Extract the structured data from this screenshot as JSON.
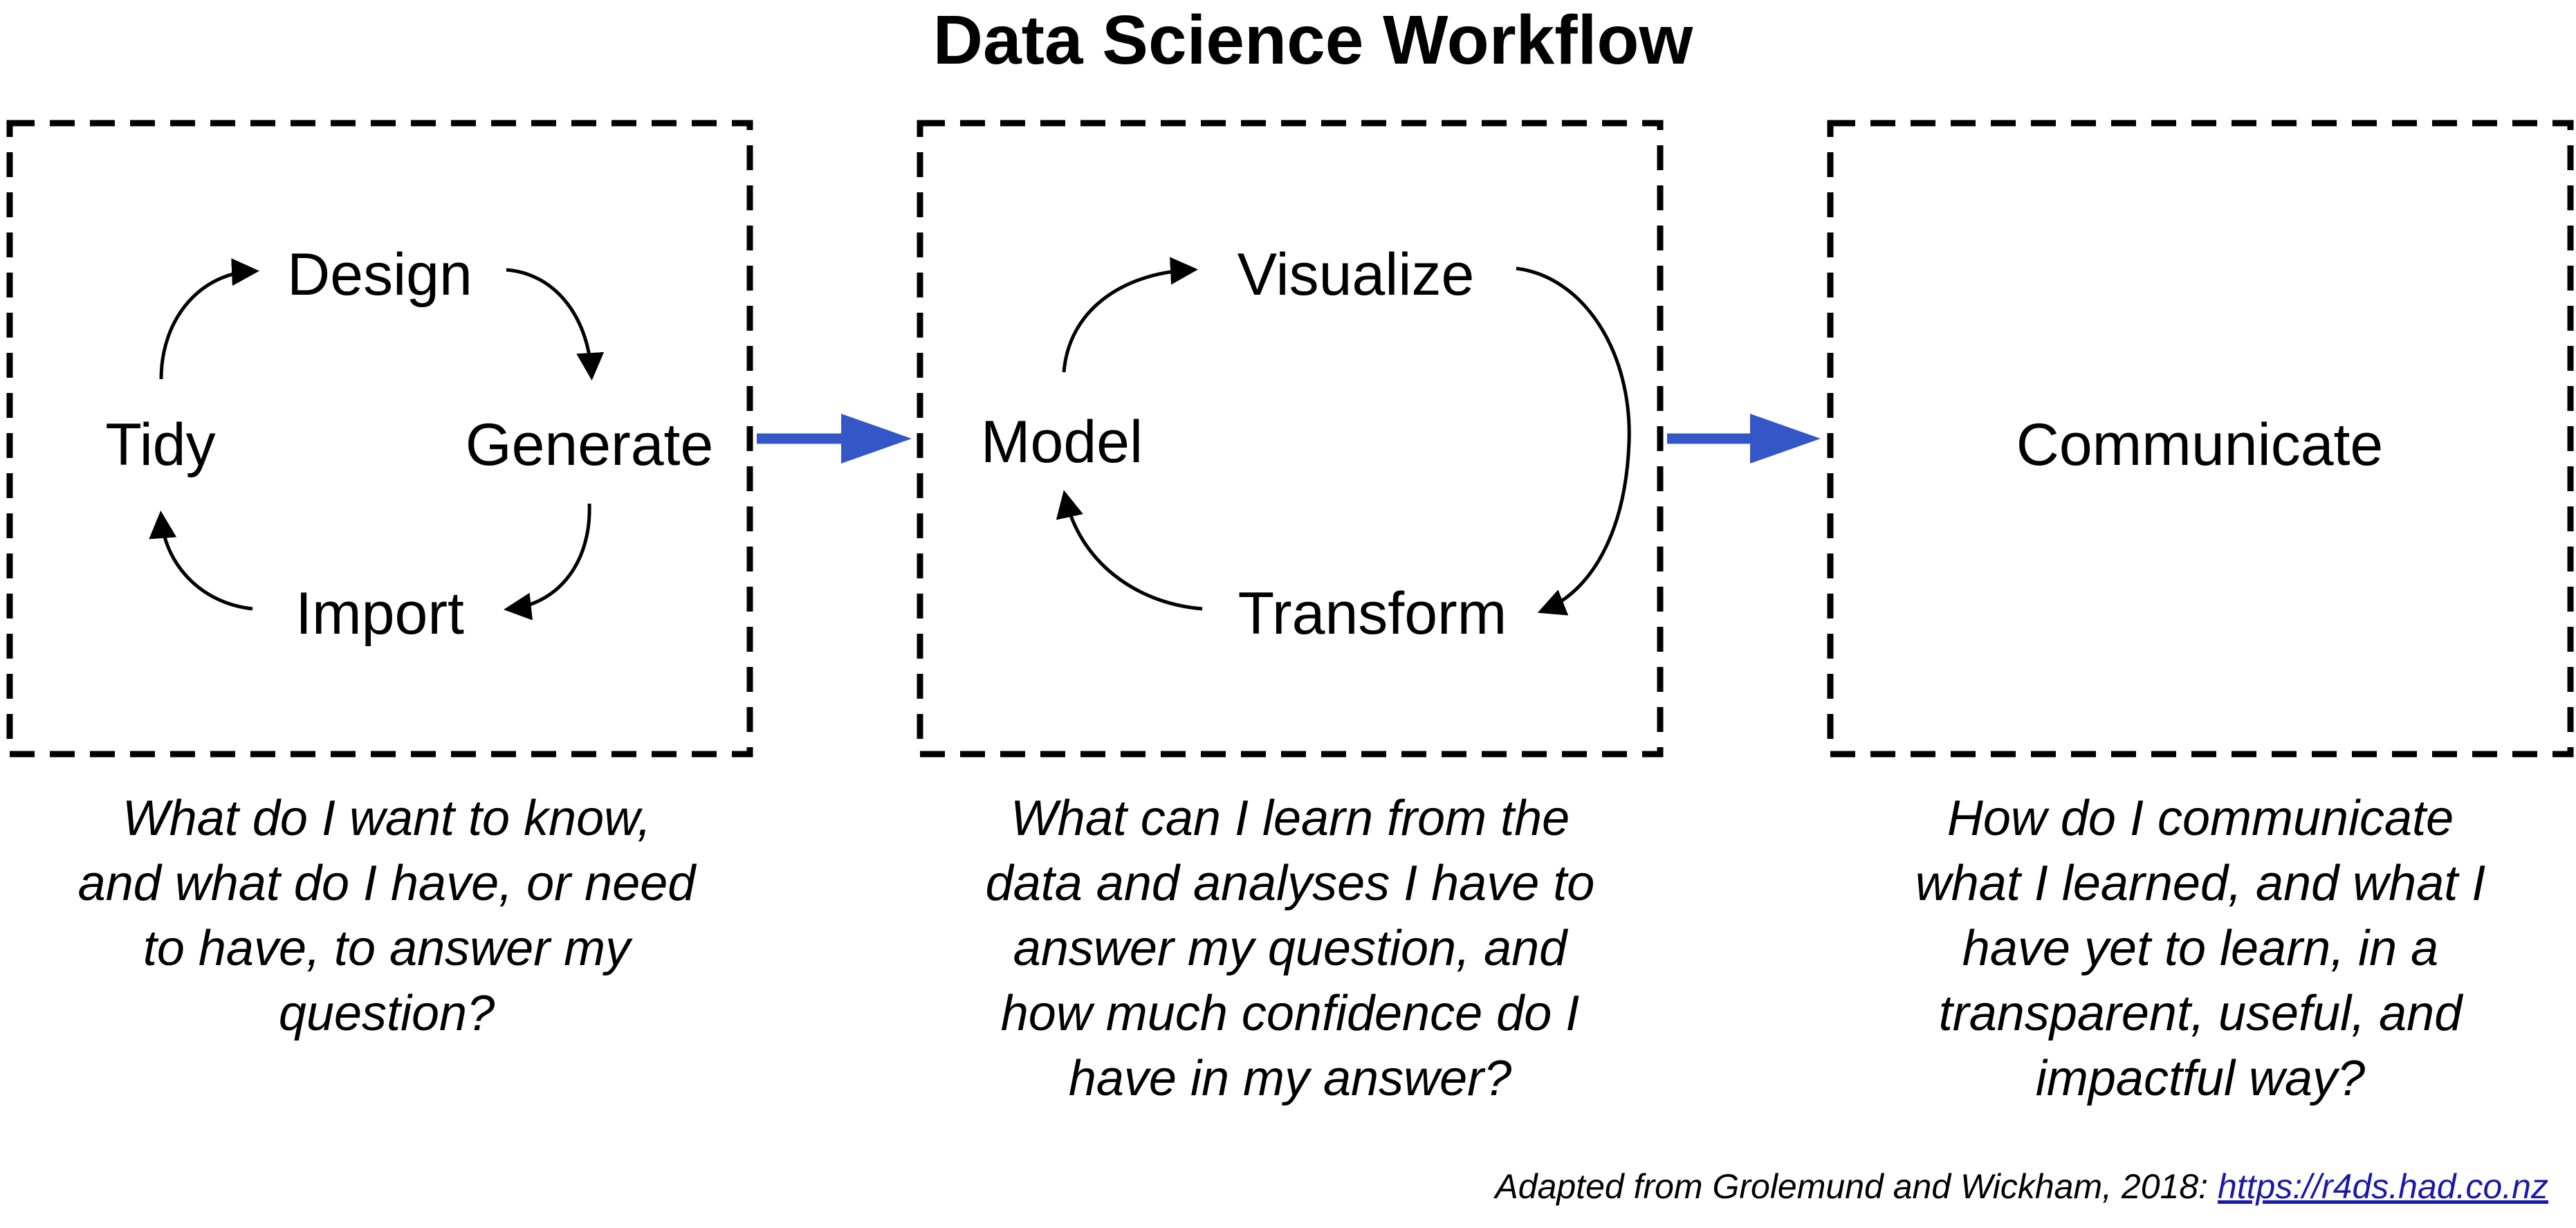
{
  "title": "Data Science Workflow",
  "colors": {
    "flow_arrow": "#3457c8",
    "box_border": "#000000",
    "cycle_arrow": "#000000",
    "link": "#1a1aa6"
  },
  "stages": [
    {
      "nodes": [
        "Design",
        "Generate",
        "Import",
        "Tidy"
      ],
      "question": "What do I want to know,\nand what do I have, or need\nto have, to answer my\nquestion?"
    },
    {
      "nodes": [
        "Visualize",
        "Transform",
        "Model"
      ],
      "question": "What can I learn from the\ndata and analyses I have to\nanswer my question, and\nhow much confidence do I\nhave in my answer?"
    },
    {
      "nodes": [
        "Communicate"
      ],
      "question": "How do I communicate\nwhat I learned, and what I\nhave yet to learn, in a\ntransparent, useful, and\nimpactful way?"
    }
  ],
  "citation": {
    "text": "Adapted from Grolemund and Wickham, 2018: ",
    "link_text": "https://r4ds.had.co.nz"
  }
}
